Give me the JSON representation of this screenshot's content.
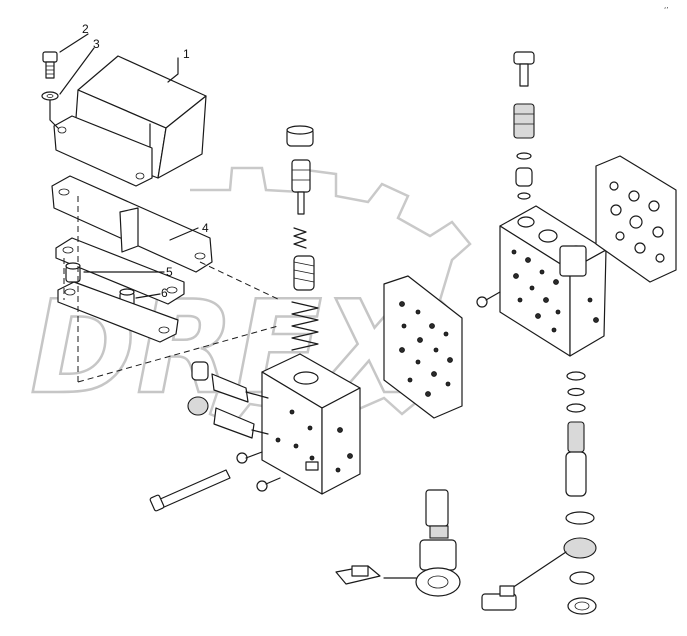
{
  "diagram": {
    "watermark_text": "DREX",
    "corner_mark": "‘’",
    "callouts": [
      "1",
      "2",
      "3",
      "4",
      "5",
      "6"
    ]
  }
}
